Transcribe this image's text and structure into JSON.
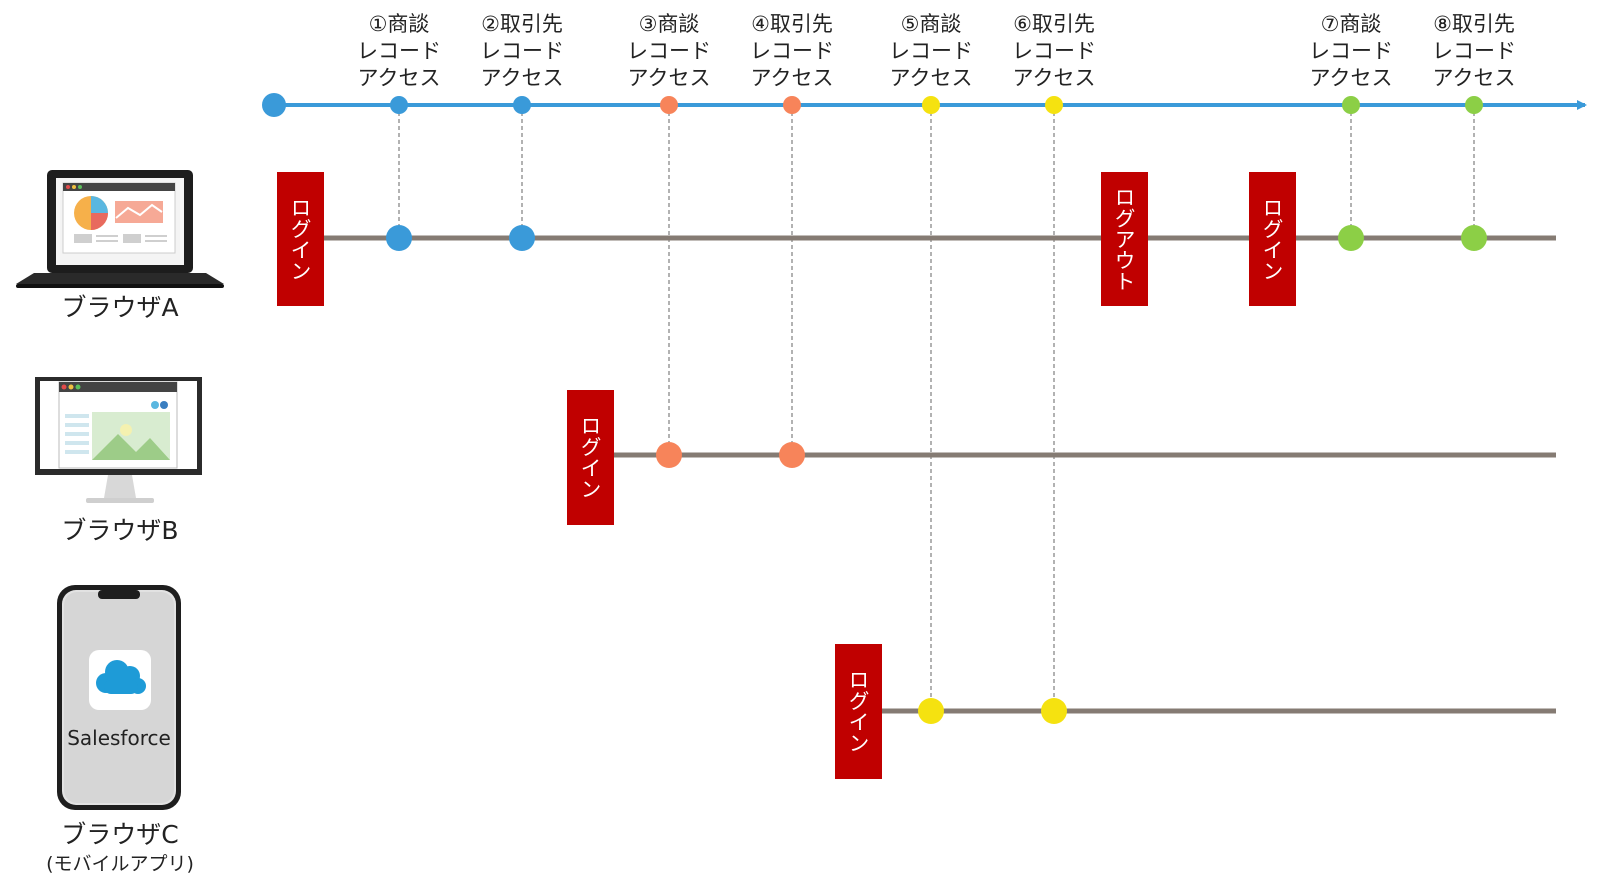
{
  "timeline": {
    "color": "#3a9ad9",
    "events": [
      {
        "num": "①",
        "line1": "商談",
        "line2": "レコード",
        "line3": "アクセス",
        "color": "#3a9ad9"
      },
      {
        "num": "②",
        "line1": "取引先",
        "line2": "レコード",
        "line3": "アクセス",
        "color": "#3a9ad9"
      },
      {
        "num": "③",
        "line1": "商談",
        "line2": "レコード",
        "line3": "アクセス",
        "color": "#f7845a"
      },
      {
        "num": "④",
        "line1": "取引先",
        "line2": "レコード",
        "line3": "アクセス",
        "color": "#f7845a"
      },
      {
        "num": "⑤",
        "line1": "商談",
        "line2": "レコード",
        "line3": "アクセス",
        "color": "#f5e210"
      },
      {
        "num": "⑥",
        "line1": "取引先",
        "line2": "レコード",
        "line3": "アクセス",
        "color": "#f5e210"
      },
      {
        "num": "⑦",
        "line1": "商談",
        "line2": "レコード",
        "line3": "アクセス",
        "color": "#8ccf46"
      },
      {
        "num": "⑧",
        "line1": "取引先",
        "line2": "レコード",
        "line3": "アクセス",
        "color": "#8ccf46"
      }
    ]
  },
  "lanes": [
    {
      "label": "ブラウザA",
      "sublabel": "",
      "device": "laptop-icon"
    },
    {
      "label": "ブラウザB",
      "sublabel": "",
      "device": "monitor-icon"
    },
    {
      "label": "ブラウザC",
      "sublabel": "(モバイルアプリ)",
      "device": "smartphone-icon"
    }
  ],
  "badges": {
    "login": "ログイン",
    "logout": "ログアウト",
    "color": "#c00000"
  },
  "app": {
    "name": "Salesforce",
    "icon": "salesforce-cloud-icon"
  },
  "colors": {
    "lane_line": "#857b73",
    "guide": "#888888"
  }
}
